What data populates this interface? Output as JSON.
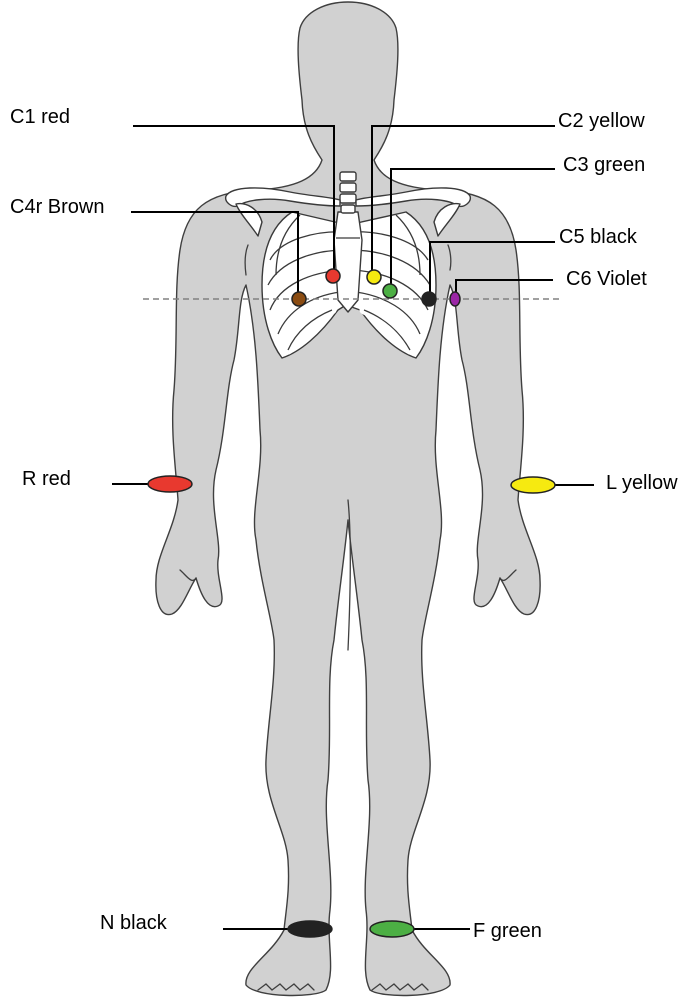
{
  "colors": {
    "red": "#e8392f",
    "yellow": "#f6ea10",
    "green": "#4caf44",
    "brown": "#8b4c12",
    "black": "#222222",
    "violet": "#9b27a6",
    "body": "#d1d1d1",
    "reference_line": "#808080"
  },
  "labels": {
    "c1": "C1 red",
    "c2": "C2 yellow",
    "c3": "C3 green",
    "c4r": "C4r Brown",
    "c5": "C5 black",
    "c6": "C6 Violet",
    "r": "R red",
    "l": "L yellow",
    "n": "N black",
    "f": "F green"
  }
}
